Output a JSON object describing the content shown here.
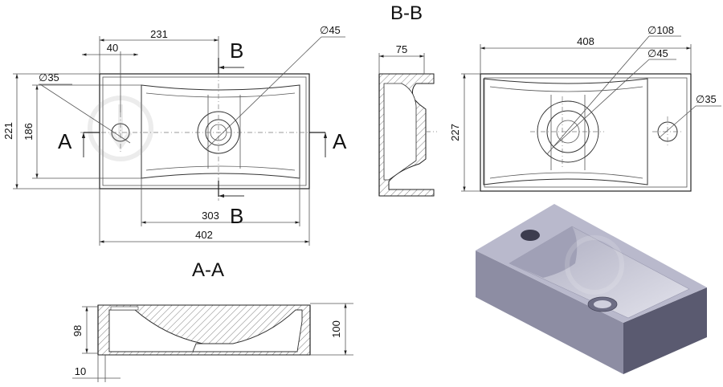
{
  "top_view": {
    "dim_231": "231",
    "dim_40": "40",
    "dim_hole_drain": "∅45",
    "dim_hole_tap": "∅35",
    "dim_221": "221",
    "dim_186": "186",
    "dim_303": "303",
    "dim_402": "402",
    "cut_b_top": "B",
    "cut_b_bottom": "B",
    "cut_a_left": "A",
    "cut_a_right": "A"
  },
  "section_bb": {
    "title": "B-B",
    "dim_75": "75"
  },
  "side_view": {
    "dim_408": "408",
    "dim_108": "∅108",
    "dim_45": "∅45",
    "dim_35": "∅35",
    "dim_227": "227"
  },
  "section_aa": {
    "title": "A-A",
    "dim_98": "98",
    "dim_100": "100",
    "dim_10": "10"
  },
  "colors": {
    "render_top": "#b9b9cc",
    "render_side_dark": "#5a5a70",
    "render_side_mid": "#8d8da3",
    "render_basin": "#c9c9d8"
  }
}
